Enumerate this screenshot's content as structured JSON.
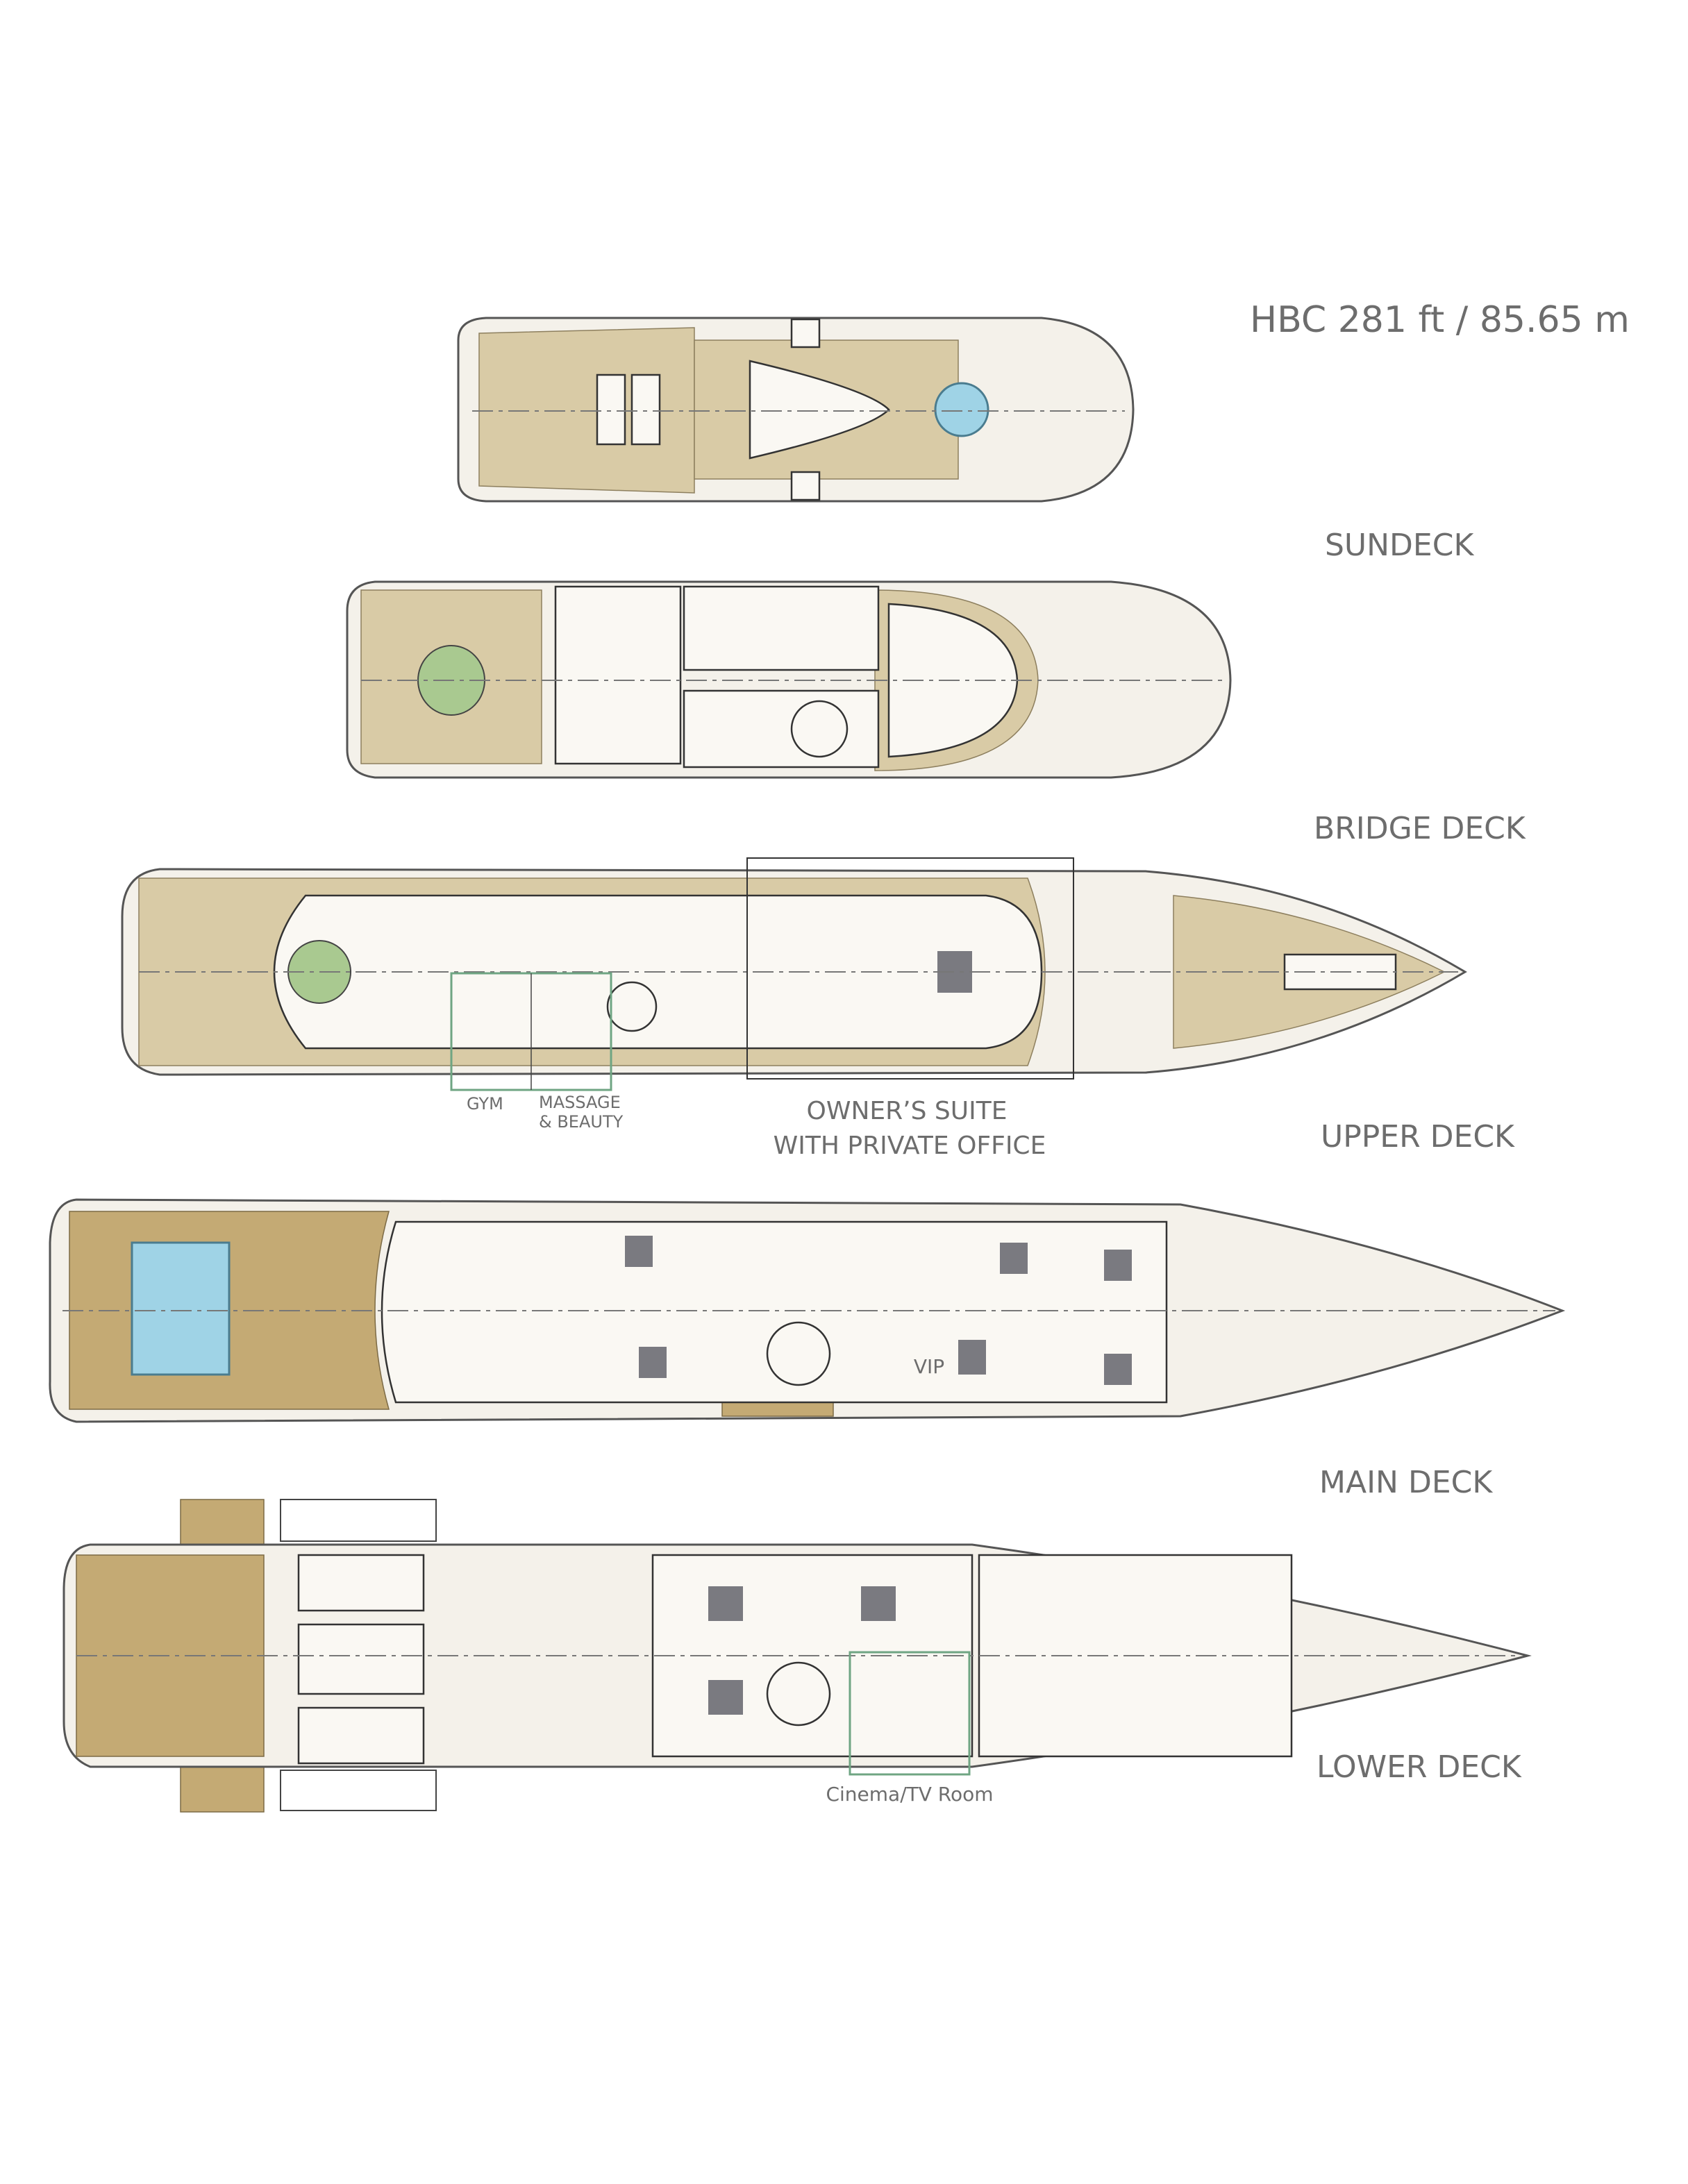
{
  "title": "HBC 281 ft / 85.65 m",
  "decks": {
    "sundeck": "SUNDECK",
    "bridge": "BRIDGE DECK",
    "upper": "UPPER DECK",
    "main": "MAIN DECK",
    "lower": "LOWER DECK"
  },
  "callouts": {
    "gym": "GYM",
    "massage_line1": "MASSAGE",
    "massage_line2": "& BEAUTY",
    "owners_line1": "OWNER’S SUITE",
    "owners_line2": "WITH PRIVATE OFFICE",
    "vip": "VIP",
    "cinema": "Cinema/TV Room"
  },
  "colors": {
    "teak": "#d9cba6",
    "teak_dark": "#c4aa74",
    "highlight_box": "#6fa583",
    "label_text": "#6d6d6d"
  }
}
